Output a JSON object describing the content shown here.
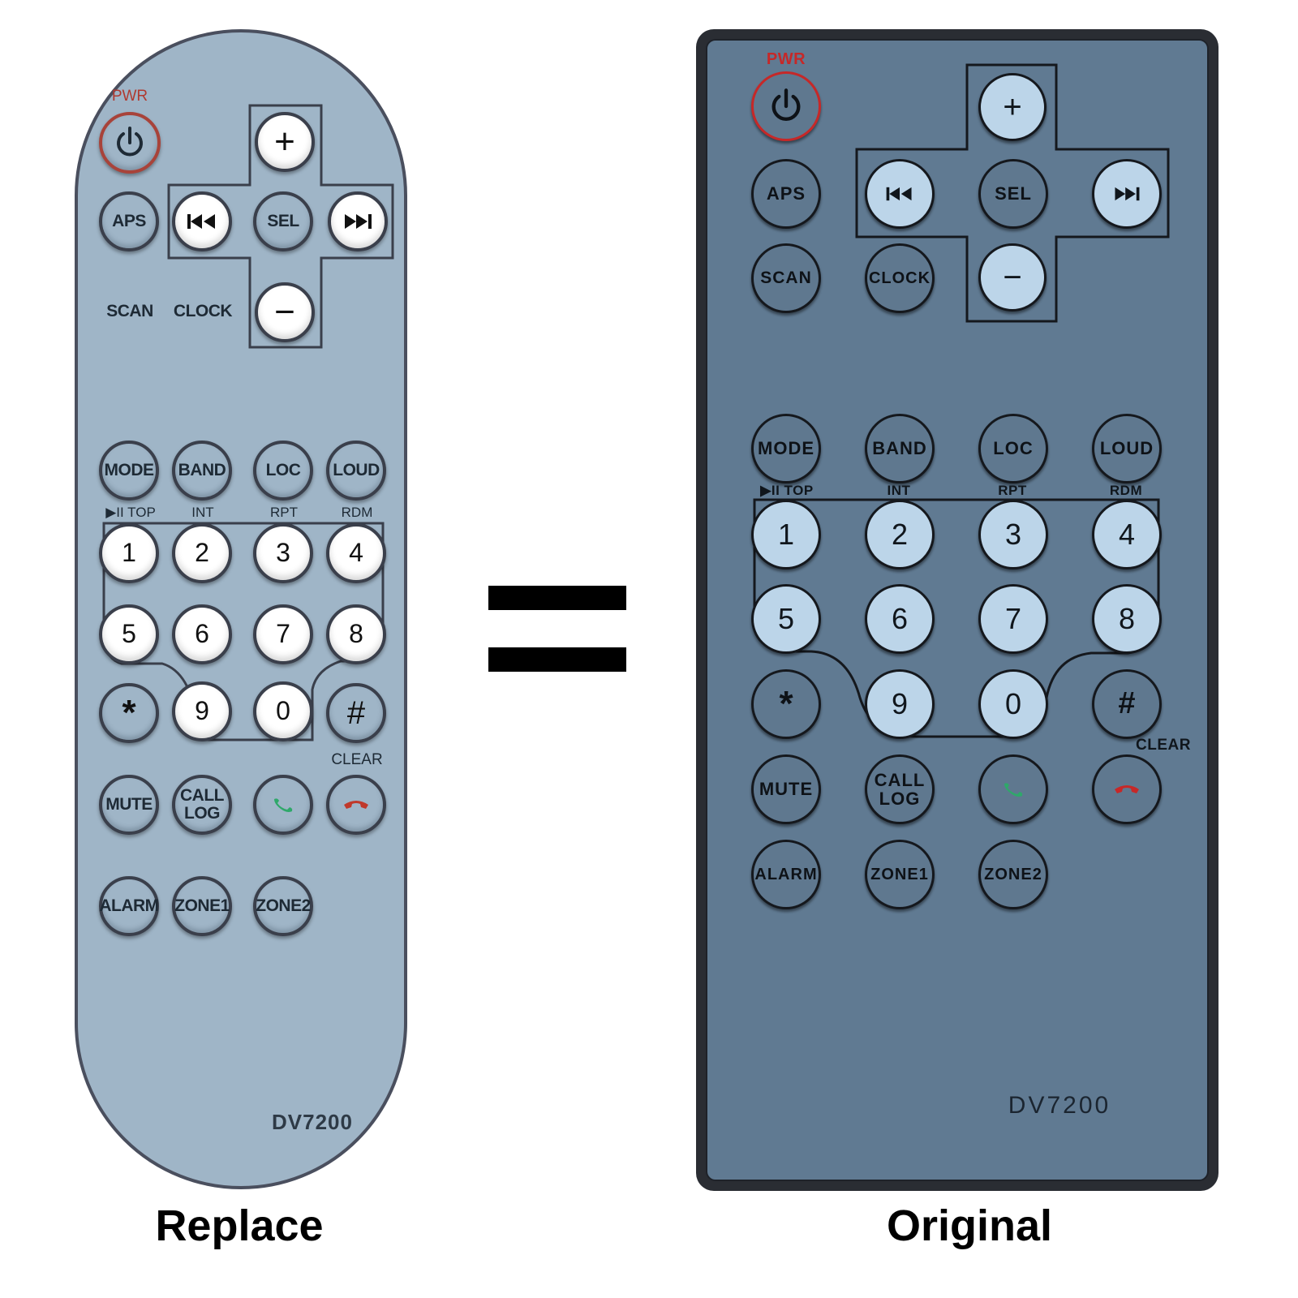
{
  "captions": {
    "left": "Replace",
    "right": "Original"
  },
  "model": "DV7200",
  "labels": {
    "pwr": "PWR",
    "aps": "APS",
    "sel": "SEL",
    "scan": "SCAN",
    "clock": "CLOCK",
    "plus": "+",
    "minus": "−",
    "mode": "MODE",
    "band": "BAND",
    "loc": "LOC",
    "loud": "LOUD",
    "play_top": "▶II TOP",
    "int": "INT",
    "rpt": "RPT",
    "rdm": "RDM",
    "n1": "1",
    "n2": "2",
    "n3": "3",
    "n4": "4",
    "n5": "5",
    "n6": "6",
    "n7": "7",
    "n8": "8",
    "n9": "9",
    "n0": "0",
    "star": "*",
    "hash": "#",
    "clear": "CLEAR",
    "mute": "MUTE",
    "call": "CALL",
    "log": "LOG",
    "alarm": "ALARM",
    "zone1": "ZONE1",
    "zone2": "ZONE2"
  },
  "icons": {
    "power": "power-icon",
    "prev": "skip-previous-icon",
    "next": "skip-next-icon",
    "call": "phone-answer-icon",
    "hangup": "phone-hangup-icon"
  },
  "colors": {
    "pwr_red": "#c0392b",
    "call_green": "#2fa86a",
    "hangup_red": "#c0392b",
    "replace_body": "#9fb5c7",
    "original_body": "#607a92"
  }
}
